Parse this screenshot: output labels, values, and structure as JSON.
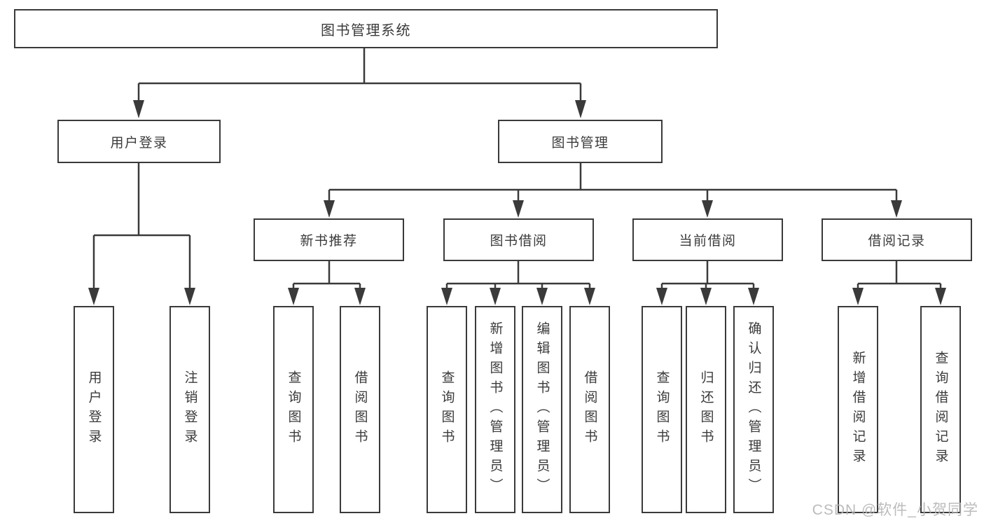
{
  "diagram": {
    "root": {
      "label": "图书管理系统"
    },
    "user_login": {
      "label": "用户登录",
      "children": [
        {
          "label": "用户登录"
        },
        {
          "label": "注销登录"
        }
      ]
    },
    "book_management": {
      "label": "图书管理"
    },
    "branches": [
      {
        "label": "新书推荐",
        "children": [
          {
            "label": "查询图书"
          },
          {
            "label": "借阅图书"
          }
        ]
      },
      {
        "label": "图书借阅",
        "children": [
          {
            "label": "查询图书"
          },
          {
            "label": "新增图书（管理员）"
          },
          {
            "label": "编辑图书（管理员）"
          },
          {
            "label": "借阅图书"
          }
        ]
      },
      {
        "label": "当前借阅",
        "children": [
          {
            "label": "查询图书"
          },
          {
            "label": "归还图书"
          },
          {
            "label": "确认归还（管理员）"
          }
        ]
      },
      {
        "label": "借阅记录",
        "children": [
          {
            "label": "新增借阅记录"
          },
          {
            "label": "查询借阅记录"
          }
        ]
      }
    ]
  },
  "watermark": {
    "text": "CSDN @软件_小贺同学"
  },
  "colors": {
    "line": "#3a3a3a",
    "text": "#3b3b3b",
    "watermark": "#b5b5b5",
    "background": "#ffffff"
  }
}
